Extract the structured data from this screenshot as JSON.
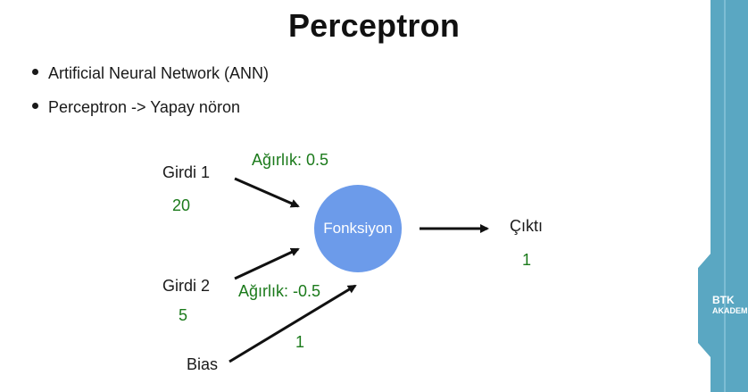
{
  "slide": {
    "title": "Perceptron",
    "bullets": [
      "Artificial Neural Network (ANN)",
      "Perceptron -> Yapay nöron"
    ]
  },
  "diagram": {
    "input1": {
      "label": "Girdi 1",
      "value": "20",
      "weight": "Ağırlık: 0.5"
    },
    "input2": {
      "label": "Girdi 2",
      "value": "5",
      "weight": "Ağırlık: -0.5"
    },
    "bias": {
      "label": "Bias",
      "value": "1"
    },
    "node": {
      "label": "Fonksiyon",
      "color": "#6c9bea"
    },
    "output": {
      "label": "Çıktı",
      "value": "1"
    },
    "colors": {
      "text": "#1a1a1a",
      "weight_text": "#1b7a1b",
      "arrow": "#111111"
    }
  },
  "brand": {
    "line1": "BTK",
    "line2": "AKADEM",
    "band_color": "#5aa7c2"
  }
}
